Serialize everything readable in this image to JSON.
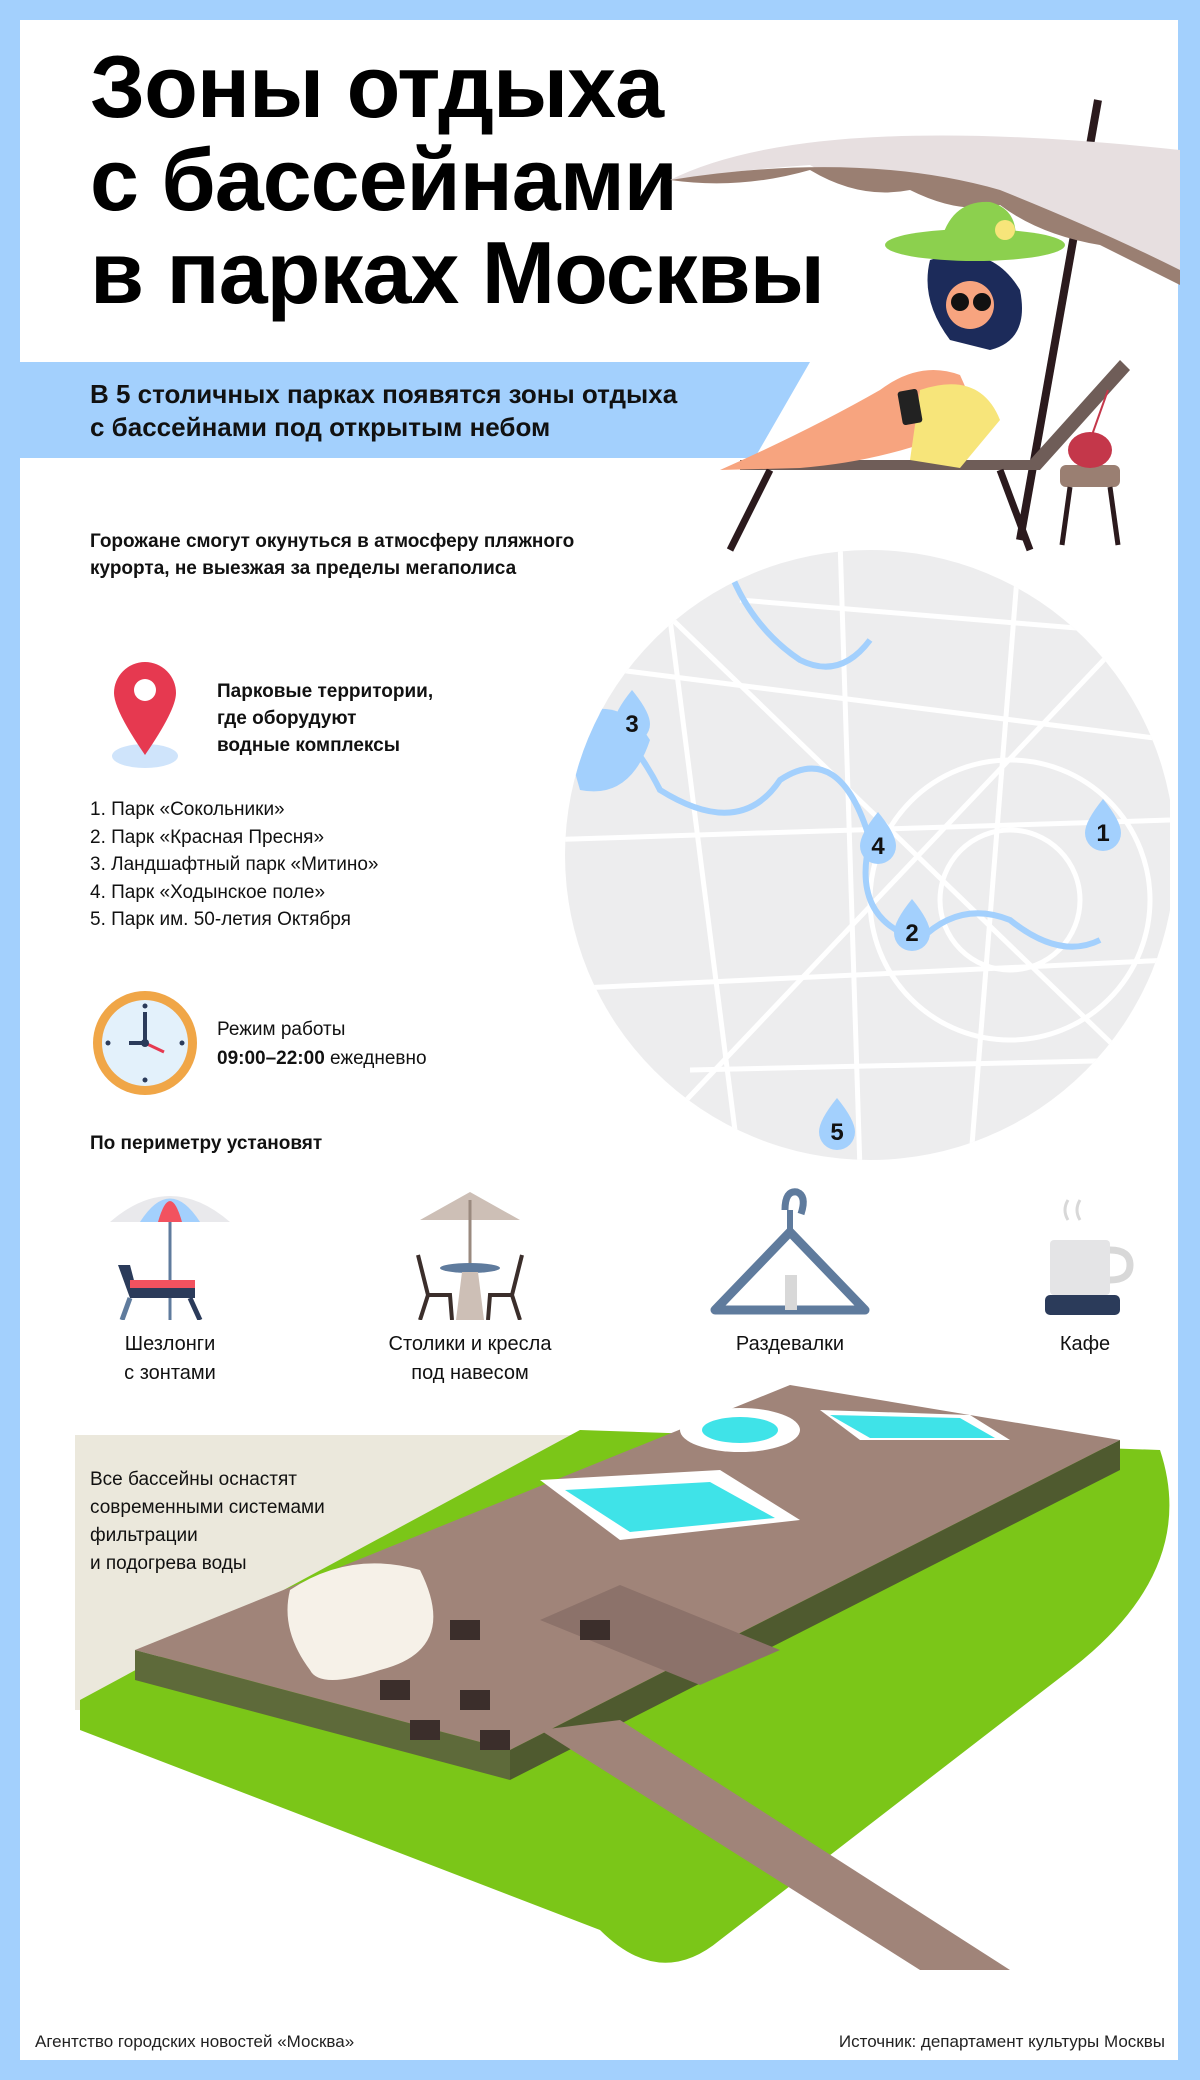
{
  "title": [
    "Зоны отдыха",
    "с бассейнами",
    "в парках Москвы"
  ],
  "subtitle": [
    "В 5 столичных парках появятся зоны отдыха",
    "с бассейнами под открытым небом"
  ],
  "intro": [
    "Горожане смогут окунуться в атмосферу пляжного",
    "курорта, не выезжая за пределы мегаполиса"
  ],
  "parks_heading": [
    "Парковые территории,",
    "где оборудуют",
    "водные комплексы"
  ],
  "parks": [
    "1. Парк «Сокольники»",
    "2. Парк «Красная Пресня»",
    "3. Ландшафтный парк «Митино»",
    "4. Парк «Ходынское поле»",
    "5. Парк им. 50-летия Октября"
  ],
  "map_markers": [
    "1",
    "2",
    "3",
    "4",
    "5"
  ],
  "hours": {
    "label": "Режим работы",
    "time": "09:00–22:00",
    "suffix": " ежедневно"
  },
  "perimeter_heading": "По периметру установят",
  "features": [
    {
      "icon": "sunlounger-umbrella-icon",
      "label": [
        "Шезлонги",
        "с зонтами"
      ]
    },
    {
      "icon": "table-chairs-icon",
      "label": [
        "Столики и кресла",
        "под навесом"
      ]
    },
    {
      "icon": "hanger-icon",
      "label": [
        "Раздевалки",
        ""
      ]
    },
    {
      "icon": "coffee-cup-icon",
      "label": [
        "Кафе",
        ""
      ]
    }
  ],
  "pool_note": [
    "Все бассейны оснастят",
    "современными системами",
    "фильтрации",
    "и подогрева воды"
  ],
  "footer": {
    "left": "Агентство городских новостей «Москва»",
    "right": "Источник: департамент культуры Москвы"
  },
  "colors": {
    "frame": "#a3d0fd",
    "pin": "#e63950",
    "water": "#3fe3e8",
    "grass": "#7bc618",
    "deck": "#a08479"
  }
}
